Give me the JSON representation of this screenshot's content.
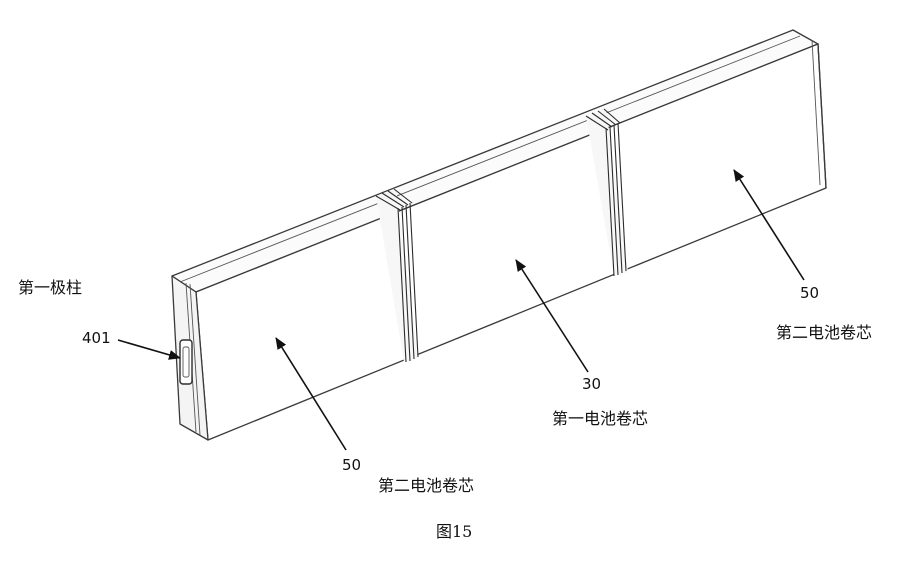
{
  "figure": {
    "caption": "图15",
    "labels": {
      "first_pole": "第一极柱",
      "pole_ref": "401",
      "left_core_ref": "50",
      "left_core_name": "第二电池卷芯",
      "middle_core_ref": "30",
      "middle_core_name": "第一电池卷芯",
      "right_core_ref": "50",
      "right_core_name": "第二电池卷芯"
    }
  }
}
